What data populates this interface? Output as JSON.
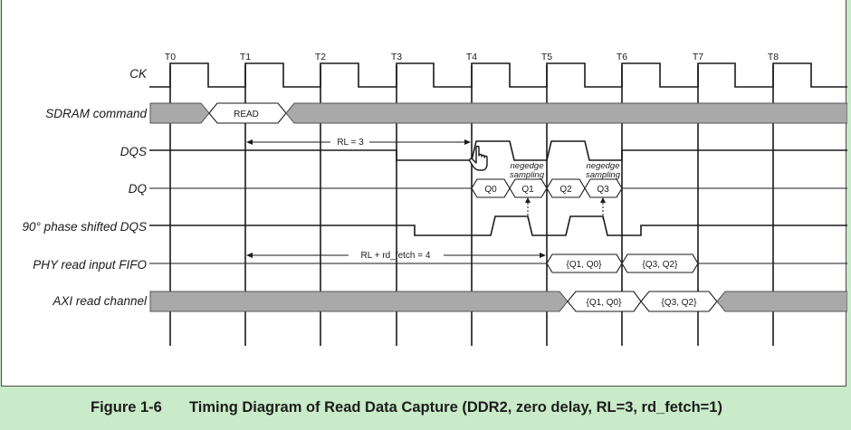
{
  "clocks": [
    "T0",
    "T1",
    "T2",
    "T3",
    "T4",
    "T5",
    "T6",
    "T7",
    "T8"
  ],
  "signals": [
    {
      "id": "ck",
      "label": "CK"
    },
    {
      "id": "sdram-command",
      "label": "SDRAM command"
    },
    {
      "id": "dqs",
      "label": "DQS"
    },
    {
      "id": "dq",
      "label": "DQ"
    },
    {
      "id": "dqs-90",
      "label": "90° phase shifted DQS"
    },
    {
      "id": "phy-fifo",
      "label": "PHY read input FIFO"
    },
    {
      "id": "axi-read",
      "label": "AXI read channel"
    }
  ],
  "command": "READ",
  "dq_beats": [
    "Q0",
    "Q1",
    "Q2",
    "Q3"
  ],
  "annotations": {
    "negedge_1": [
      "negedge",
      "sampling"
    ],
    "negedge_2": [
      "negedge",
      "sampling"
    ],
    "rl": "RL = 3",
    "rl_fetch": "RL + rd_fetch = 4"
  },
  "fifo_values": [
    "{Q1, Q0}",
    "{Q3, Q2}"
  ],
  "axi_values": [
    "{Q1, Q0}",
    "{Q3, Q2}"
  ],
  "caption": {
    "number": "Figure 1-6",
    "title": "Timing Diagram of Read Data Capture (DDR2, zero delay, RL=3, rd_fetch=1)"
  },
  "colors": {
    "page": "#c9ebc9",
    "bus": "#a9a9a9",
    "line": "#1a1a1a"
  },
  "icons": {
    "cursor": "hand-pointer-icon"
  }
}
